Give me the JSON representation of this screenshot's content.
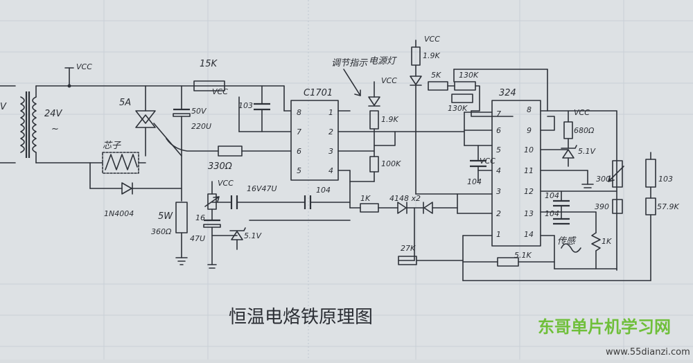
{
  "caption": "恒温电烙铁原理图",
  "watermark": {
    "site_name": "东哥单片机学习网",
    "url": "www.55dianzi.com"
  },
  "labels": {
    "vcc": "VCC",
    "transformer_secondary": "24V",
    "ac_symbol": "~",
    "transformer_primary_mark": "V",
    "fuse": "5A",
    "heater": "芯子",
    "diode_1n4004": "1N4004",
    "cap_50v": "50V",
    "cap_220u": "220U",
    "res_15k": "15K",
    "ic_c1701": "C1701",
    "cap_103": "103",
    "res_330": "330Ω",
    "indicator_adjust": "调节指示",
    "indicator_power": "电源灯",
    "res_1_9k_a": "1.9K",
    "res_1_9k_b": "1.9K",
    "res_100k": "100K",
    "res_5k": "5K",
    "res_130k_a": "130K",
    "res_130k_b": "130K",
    "ic_324": "324",
    "res_680": "680Ω",
    "zener_5_1v_a": "5.1V",
    "zener_5_1v_b": "5.1V",
    "cap_104_a": "104",
    "cap_104_b": "104",
    "cap_104_c": "104",
    "cap_104_d": "104",
    "cap_16v47u": "16V47U",
    "cap_16": "16",
    "cap_47u": "47U",
    "res_1k_a": "1K",
    "res_1k_b": "1K",
    "diodes_4148x2": "4148 x2",
    "res_27k": "27K",
    "res_5_1k": "5.1K",
    "sw_5w": "5W",
    "res_360": "360Ω",
    "res_300": "300",
    "res_390": "390",
    "res_103": "103",
    "res_57_9k": "57.9K",
    "sensor": "传感",
    "pins_c1701": [
      "8",
      "7",
      "6",
      "5",
      "1",
      "2",
      "3",
      "4"
    ],
    "pins_324_left": [
      "7",
      "6",
      "5",
      "4",
      "3",
      "2",
      "1"
    ],
    "pins_324_right": [
      "8",
      "9",
      "10",
      "11",
      "12",
      "13",
      "14"
    ]
  }
}
